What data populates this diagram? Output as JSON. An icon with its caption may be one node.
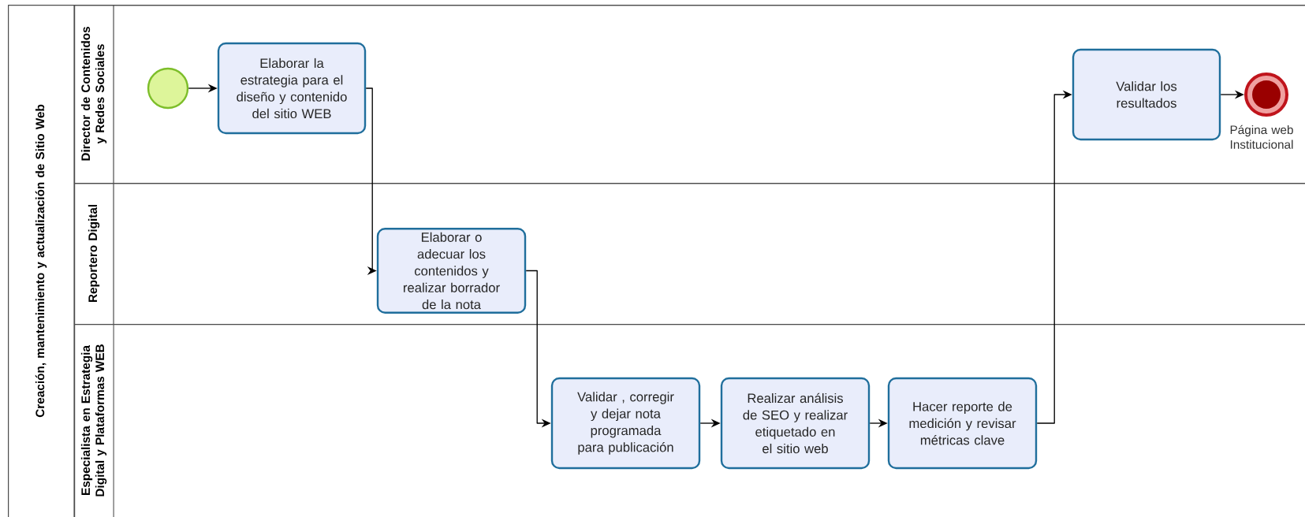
{
  "diagram": {
    "nodes": [
      {
        "text": [
          "Creación,  mantenimiento y actualización de Sitio Web"
        ]
      },
      {
        "text": [
          "Director de Contenidos y Redes Sociales"
        ],
        "in": 0
      },
      {
        "text": [
          "Reportero Digital"
        ],
        "in": 0
      },
      {
        "text": [
          "Especialista en Estrategia Digital y Plataformas WEB"
        ],
        "in": 0
      },
      {
        "text": [],
        "shape": "circle",
        "in": 1
      },
      {
        "text": [
          "Elaborar la estrategia para el diseño y contenido del sitio WEB"
        ],
        "in": 1
      },
      {
        "text": [
          "Validar los resultados"
        ],
        "in": 1
      },
      {
        "text": [],
        "shape": "circle",
        "in": 1,
        "beside": [
          "Página web Institucional"
        ]
      },
      {
        "text": [
          "Elaborar o adecuar los contenidos y realizar borrador de la nota"
        ],
        "in": 2
      },
      {
        "text": [
          "Validar , corregir y dejar  nota programada para publicación"
        ],
        "in": 3
      },
      {
        "text": [
          "Realizar análisis de SEO y realizar etiquetado en el sitio web"
        ],
        "in": 3
      },
      {
        "text": [
          "Hacer reporte de medición y revisar métricas clave"
        ],
        "in": 3
      }
    ],
    "edges": [
      {
        "from": 4,
        "to": 5,
        "arrow": "to"
      },
      {
        "from": 5,
        "to": 8,
        "arrow": "to"
      },
      {
        "from": 8,
        "to": 9,
        "arrow": "to"
      },
      {
        "from": 9,
        "to": 10,
        "arrow": "to"
      },
      {
        "from": 10,
        "to": 11,
        "arrow": "to"
      },
      {
        "from": 11,
        "to": 6,
        "arrow": "to"
      },
      {
        "from": 6,
        "to": 7,
        "arrow": "to"
      }
    ]
  }
}
